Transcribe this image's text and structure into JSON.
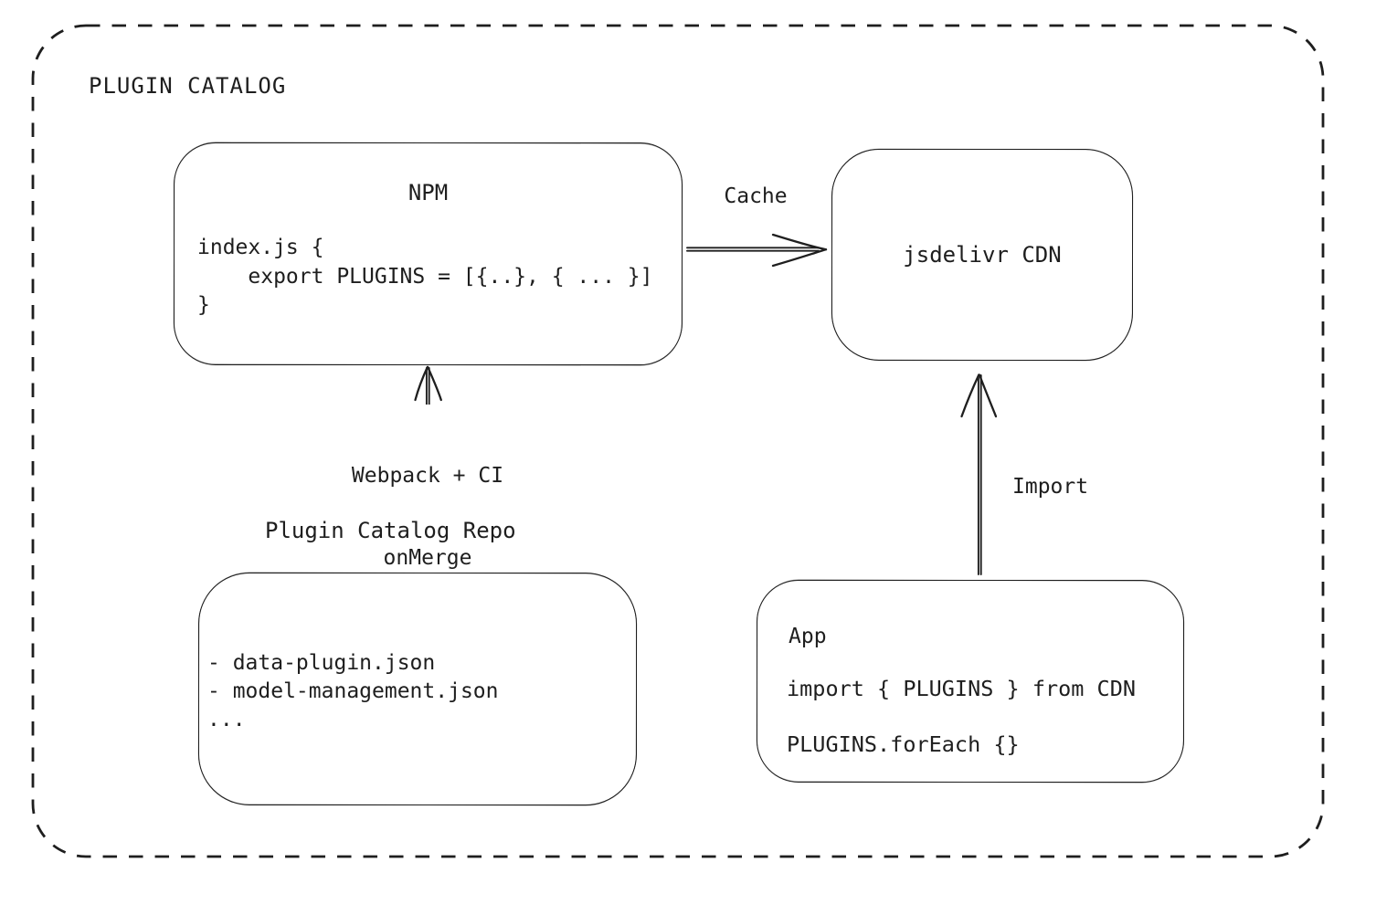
{
  "diagram": {
    "title": "PLUGIN CATALOG",
    "nodes": {
      "npm": {
        "title": "NPM",
        "code_lines": [
          "index.js {",
          "    export PLUGINS = [{..}, { ... }]",
          "}"
        ]
      },
      "cdn": {
        "label": "jsdelivr CDN"
      },
      "repo": {
        "label": "Plugin Catalog Repo",
        "items": [
          "- data-plugin.json",
          "- model-management.json",
          "..."
        ]
      },
      "app": {
        "title": "App",
        "code_lines": [
          "import { PLUGINS } from CDN",
          "PLUGINS.forEach {}"
        ]
      }
    },
    "edges": {
      "cache": {
        "label": "Cache"
      },
      "build": {
        "label_lines": [
          "Webpack + CI",
          "onMerge"
        ]
      },
      "import": {
        "label": "Import"
      }
    },
    "colors": {
      "stroke": "#1e1e1e",
      "background": "#ffffff"
    }
  }
}
